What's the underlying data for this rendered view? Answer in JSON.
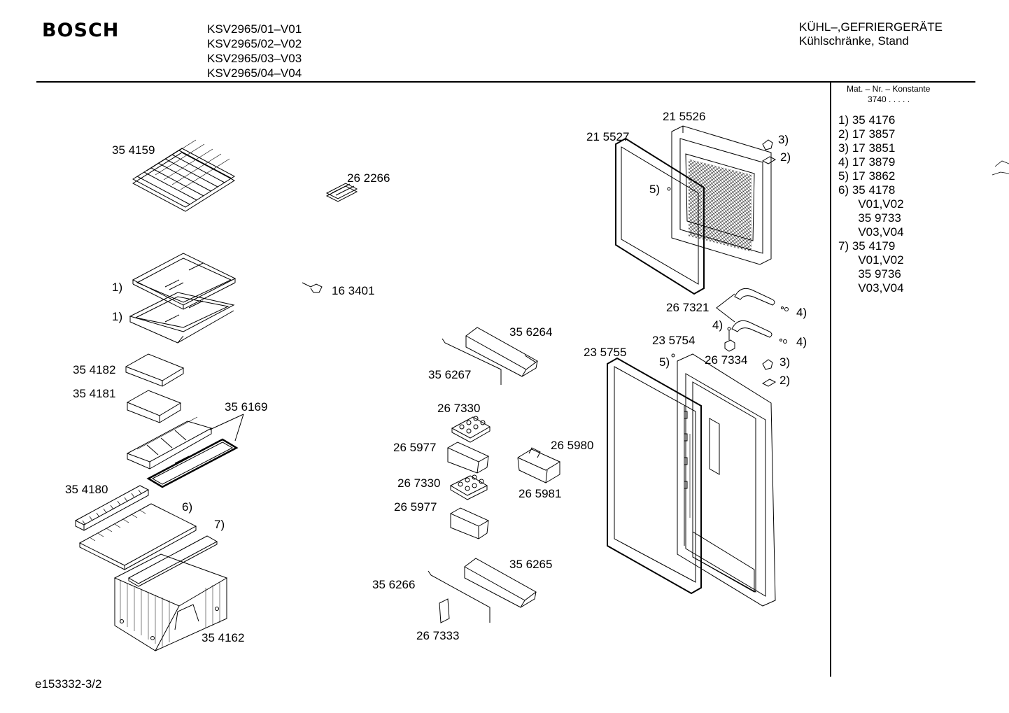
{
  "header": {
    "brand": "BOSCH",
    "models": [
      "KSV2965/01–V01",
      "KSV2965/02–V02",
      "KSV2965/03–V03",
      "KSV2965/04–V04"
    ],
    "category_line1": "KÜHL–,GEFRIERGERÄTE",
    "category_line2": "Kühlschränke, Stand"
  },
  "sidebar": {
    "mat_title": "Mat. – Nr. – Konstante",
    "mat_value": "3740 .   .   .   .   .",
    "legend": [
      "1)  35 4176",
      "2)  17 3857",
      "3)  17 3851",
      "4)  17 3879",
      "5)  17 3862",
      "6)  35 4178",
      "      V01,V02",
      "      35 9733",
      "      V03,V04",
      "7)  35 4179",
      "      V01,V02",
      "      35 9736",
      "      V03,V04"
    ]
  },
  "labels": {
    "p354159": "35 4159",
    "p262266": "26 2266",
    "p163401": "16 3401",
    "shelf1a": "1)",
    "shelf1b": "1)",
    "p354182": "35 4182",
    "p354181": "35 4181",
    "p356169": "35 6169",
    "p354180": "35 4180",
    "n6": "6)",
    "n7": "7)",
    "p354162": "35 4162",
    "p356264": "35 6264",
    "p356267": "35 6267",
    "p267330a": "26 7330",
    "p265977a": "26 5977",
    "p267330b": "26 7330",
    "p265977b": "26 5977",
    "p265980": "26 5980",
    "p265981": "26 5981",
    "p356265": "35 6265",
    "p356266": "35 6266",
    "p267333": "26 7333",
    "p215526": "21 5526",
    "p215527": "21 5527",
    "n3a": "3)",
    "n2a": "2)",
    "n5a": "5)",
    "p267321": "26 7321",
    "n4a": "4)",
    "n4b": "4)",
    "n4c": "4)",
    "p235754": "23 5754",
    "p235755": "23 5755",
    "n5b": "5)",
    "p267334": "26 7334",
    "n3b": "3)",
    "n2b": "2)"
  },
  "footer": {
    "doc_id": "e153332-3/2"
  }
}
